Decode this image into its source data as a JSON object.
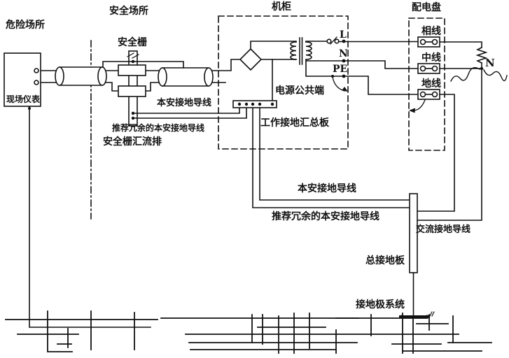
{
  "colors": {
    "ink": "#111111",
    "paper": "#ffffff"
  },
  "areas": {
    "hazardous": "危险场所",
    "safe": "安全场所",
    "cabinet": "机柜",
    "distribution_panel": "配电盘"
  },
  "devices": {
    "field_instrument": "现场仪表",
    "safety_barrier": "安全栅",
    "safety_barrier_busbar": "安全栅汇流排",
    "working_ground_board": "工作接地汇总板",
    "main_ground_plate": "总接地板",
    "electrode_system": "接地极系统"
  },
  "conductors": {
    "is_ground_barrier": "本安接地导线",
    "is_ground_barrier_redundant": "推荐冗余的本安接地导线",
    "is_ground_main": "本安接地导线",
    "is_ground_main_redundant": "推荐冗余的本安接地导线",
    "ac_ground": "交流接地导线"
  },
  "power": {
    "common_terminal": "电源公共端",
    "terminal_l": "L",
    "terminal_n": "N",
    "terminal_pe": "PE",
    "fuse_phase": "相线",
    "fuse_neutral": "中线",
    "fuse_ground": "地线",
    "neutral_node": "N"
  }
}
